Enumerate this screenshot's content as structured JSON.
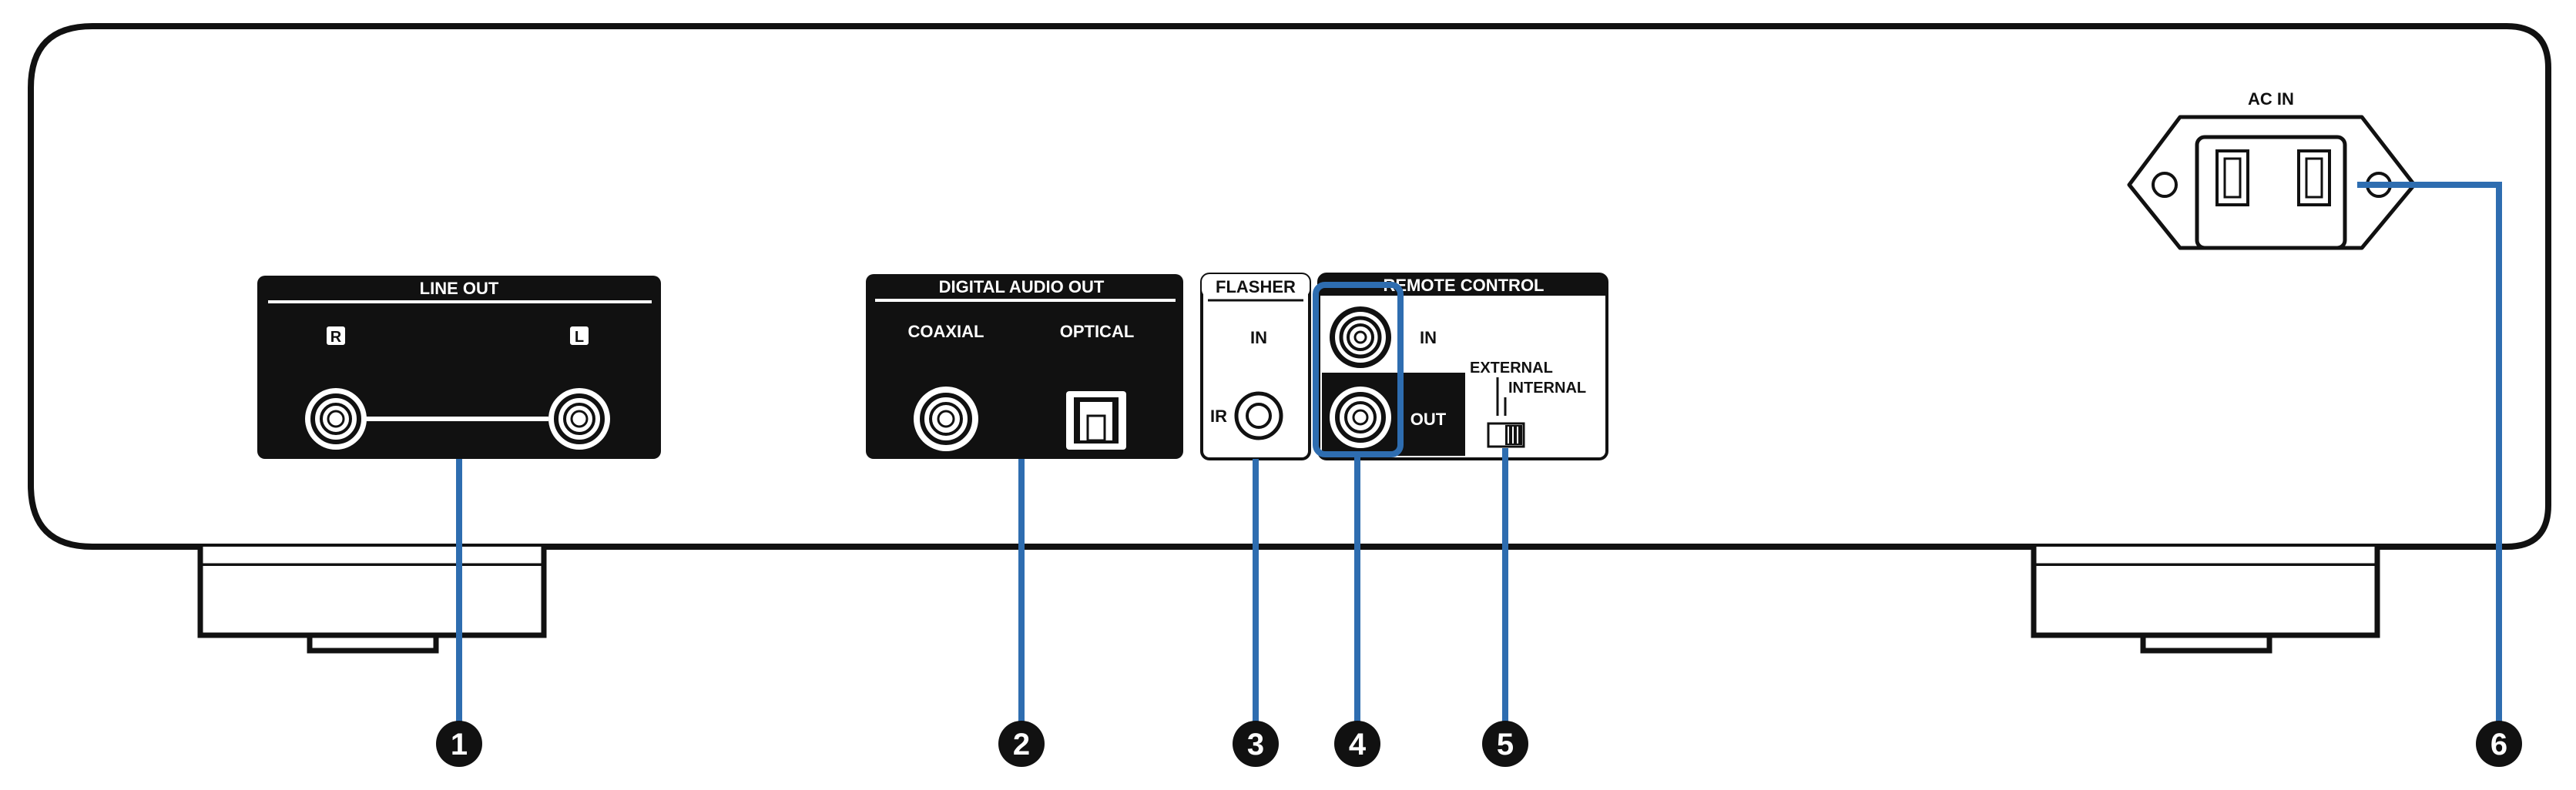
{
  "panels": {
    "line_out": {
      "title": "LINE OUT",
      "right": "R",
      "left": "L"
    },
    "digital_audio_out": {
      "title": "DIGITAL AUDIO OUT",
      "coaxial": "COAXIAL",
      "optical": "OPTICAL"
    },
    "flasher": {
      "title": "FLASHER",
      "in": "IN",
      "ir": "IR"
    },
    "remote_control": {
      "title": "REMOTE CONTROL",
      "in": "IN",
      "out": "OUT",
      "external": "EXTERNAL",
      "internal": "INTERNAL"
    },
    "ac_in": {
      "title": "AC IN"
    }
  },
  "callouts": [
    "1",
    "2",
    "3",
    "4",
    "5",
    "6"
  ],
  "colors": {
    "outline": "#111111",
    "callout_line": "#2e6db0",
    "callout_badge": "#111111"
  }
}
